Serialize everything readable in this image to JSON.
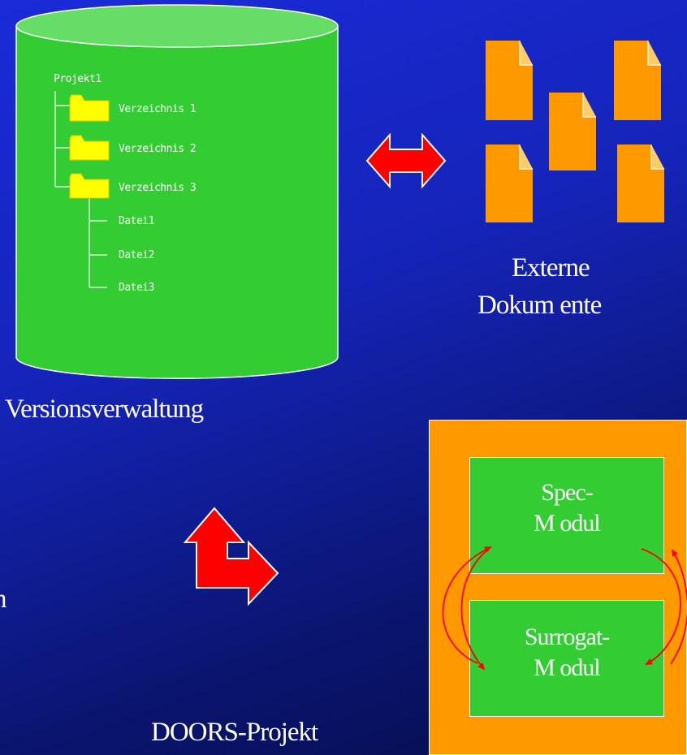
{
  "repository": {
    "label": "Versionsverwaltung",
    "tree": {
      "root": "Projekt1",
      "folders": [
        "Verzeichnis 1",
        "Verzeichnis 2",
        "Verzeichnis 3"
      ],
      "files": [
        "Datei1",
        "Datei2",
        "Datei3"
      ]
    }
  },
  "external": {
    "label_line1": "Externe",
    "label_line2": "Dokum ente"
  },
  "doors": {
    "label": "DOORS-Projekt",
    "modules": [
      {
        "line1": "Spec-",
        "line2": "M odul"
      },
      {
        "line1": "Surrogat-",
        "line2": "M odul"
      }
    ]
  },
  "partial_left_text": "n",
  "colors": {
    "cylinder": "#33cc33",
    "cylinder_top": "#66dd66",
    "folder": "#ffff00",
    "document": "#ff9900",
    "arrow": "#ff0000",
    "doors_box": "#ff9900",
    "module": "#33cc33"
  }
}
